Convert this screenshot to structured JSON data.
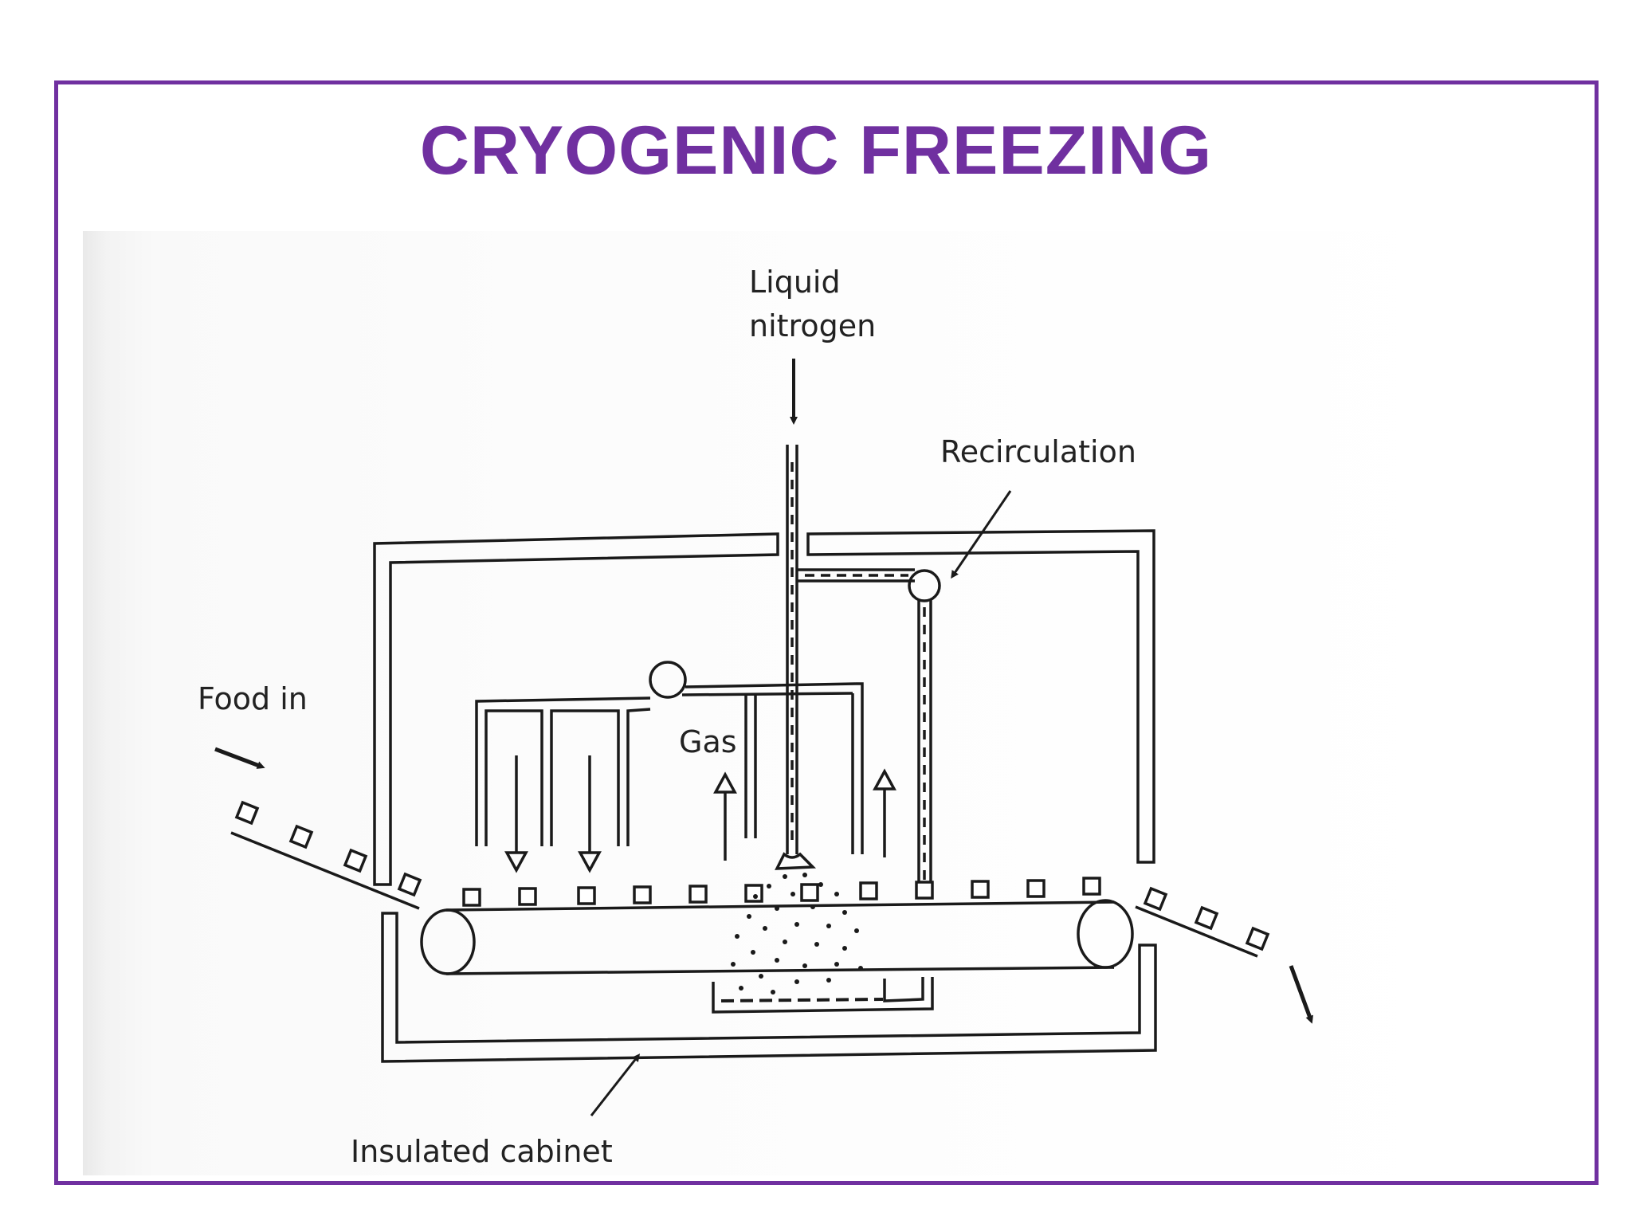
{
  "slide": {
    "title": "CRYOGENIC FREEZING",
    "accent_color": "#7030a0"
  },
  "diagram": {
    "labels": {
      "liquid_nitrogen_line1": "Liquid",
      "liquid_nitrogen_line2": "nitrogen",
      "recirculation": "Recirculation",
      "food_in": "Food in",
      "gas": "Gas",
      "insulated_cabinet": "Insulated cabinet"
    }
  }
}
